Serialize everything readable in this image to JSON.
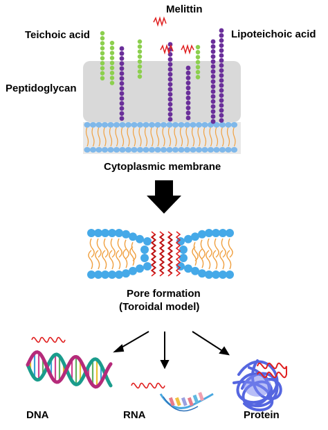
{
  "labels": {
    "melittin": "Melittin",
    "teichoic_acid": "Teichoic acid",
    "lipoteichoic_acid": "Lipoteichoic acid",
    "peptidoglycan": "Peptidoglycan",
    "cytoplasmic_membrane": "Cytoplasmic membrane",
    "pore_formation": "Pore formation",
    "toroidal_model": "(Toroidal model)",
    "dna": "DNA",
    "rna": "RNA",
    "protein": "Protein"
  },
  "colors": {
    "teichoic_acid": "#8ccf4e",
    "lipoteichoic_acid": "#6a2f9a",
    "peptidoglycan": "#d9d9d9",
    "lipid_head": "#7fb8ea",
    "lipid_tail": "#f0a040",
    "pore_head": "#45a9e8",
    "melittin": "#e02020",
    "dna_strand_a": "#1a9c8c",
    "dna_strand_b": "#b52a7a",
    "protein": "#5566e0"
  }
}
